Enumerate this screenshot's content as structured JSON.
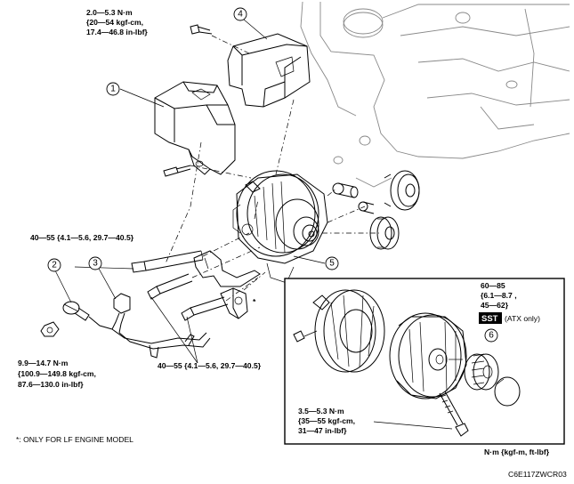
{
  "callouts": {
    "c1": "1",
    "c2": "2",
    "c3": "3",
    "c4": "4",
    "c5": "5",
    "c6": "6"
  },
  "torque": {
    "cover_bolt": [
      "2.0—5.3 N·m",
      "{20—54 kgf-cm,",
      "17.4—46.8 in-lbf}"
    ],
    "upper_bolt": "40—55 {4.1—5.6, 29.7—40.5}",
    "lower_bolts": "40—55 {4.1—5.6, 29.7—40.5}",
    "terminal_nut": [
      "9.9—14.7 N·m",
      "{100.9—149.8 kgf-cm,",
      "87.6—130.0 in-lbf}"
    ],
    "pulley_nut": [
      "60—85",
      "{6.1—8.7 ,",
      "45—62}"
    ],
    "rear_bolt": [
      "3.5—5.3 N·m",
      "{35—55 kgf-cm,",
      "31—47 in-lbf}"
    ]
  },
  "sst_badge": "SST",
  "sst_note": "(ATX only)",
  "asterisk": "*",
  "footnote": "*: ONLY FOR  LF ENGINE MODEL",
  "unit_note": "N·m {kgf-m, ft-lbf}",
  "figure_code": "C6E117ZWCR03"
}
